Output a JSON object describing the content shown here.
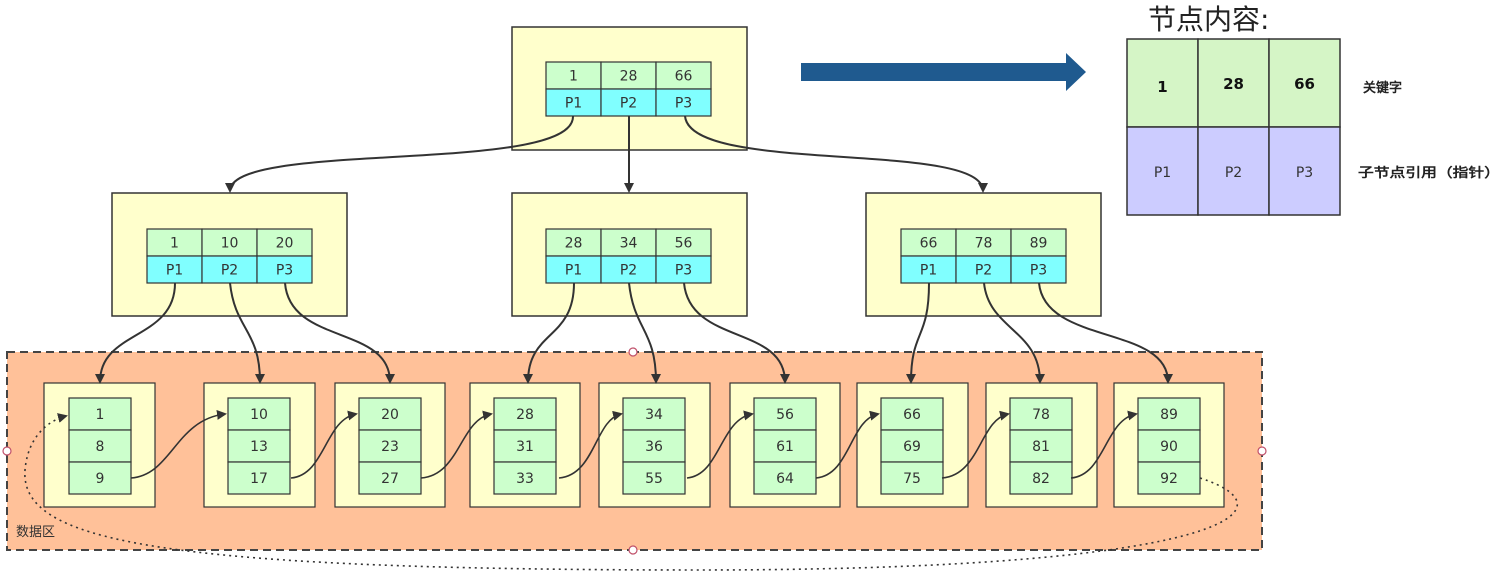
{
  "root": {
    "keys": [
      "1",
      "28",
      "66"
    ],
    "pointers": [
      "P1",
      "P2",
      "P3"
    ]
  },
  "internal_nodes": [
    {
      "keys": [
        "1",
        "10",
        "20"
      ],
      "pointers": [
        "P1",
        "P2",
        "P3"
      ]
    },
    {
      "keys": [
        "28",
        "34",
        "56"
      ],
      "pointers": [
        "P1",
        "P2",
        "P3"
      ]
    },
    {
      "keys": [
        "66",
        "78",
        "89"
      ],
      "pointers": [
        "P1",
        "P2",
        "P3"
      ]
    }
  ],
  "leaves": [
    [
      "1",
      "8",
      "9"
    ],
    [
      "10",
      "13",
      "17"
    ],
    [
      "20",
      "23",
      "27"
    ],
    [
      "28",
      "31",
      "33"
    ],
    [
      "34",
      "36",
      "55"
    ],
    [
      "56",
      "61",
      "64"
    ],
    [
      "66",
      "69",
      "75"
    ],
    [
      "78",
      "81",
      "82"
    ],
    [
      "89",
      "90",
      "92"
    ]
  ],
  "data_area_label": "数据区",
  "legend": {
    "title": "节点内容:",
    "keys": [
      "1",
      "28",
      "66"
    ],
    "pointers": [
      "P1",
      "P2",
      "P3"
    ],
    "keys_label": "关键字",
    "pointers_label": "子节点引用（指针）"
  },
  "colors": {
    "node_fill": "#ffffcc",
    "key_cell": "#ccffcc",
    "pointer_cell": "#80ffff",
    "data_area": "#ffc199",
    "legend_key": "#d5f5c6",
    "legend_pointer": "#ccccff",
    "big_arrow": "#1f5a8f"
  }
}
